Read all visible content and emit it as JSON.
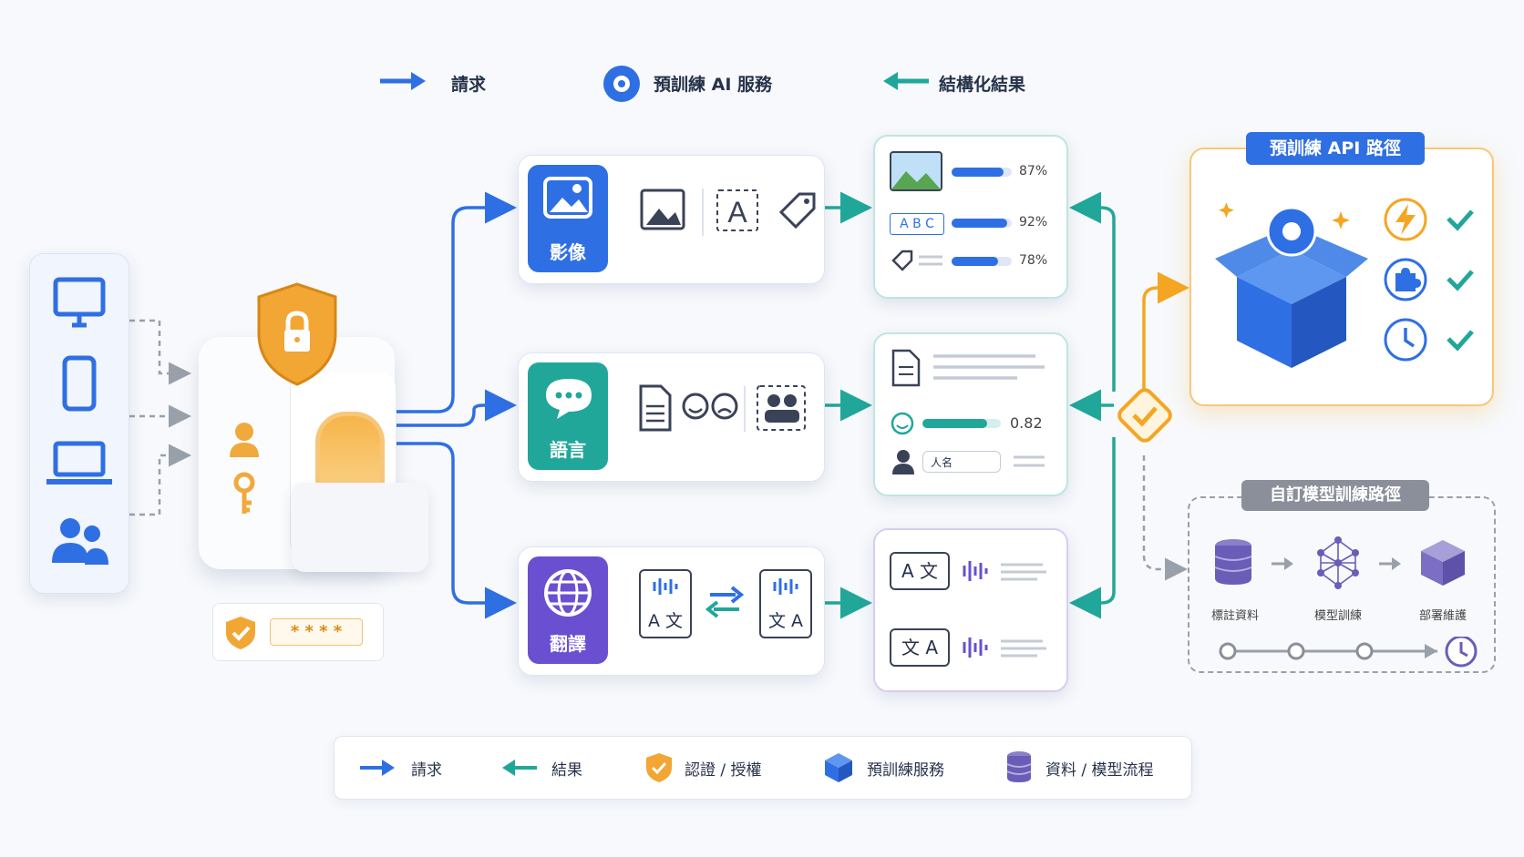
{
  "top_legend": {
    "request": "請求",
    "ai_service": "預訓練 AI 服務",
    "result": "結構化結果"
  },
  "services": {
    "image": {
      "label": "影像",
      "color": "#2f6fe4"
    },
    "language": {
      "label": "語言",
      "color": "#21a79a"
    },
    "translate": {
      "label": "翻譯",
      "color": "#6a4fd0"
    }
  },
  "image_results": [
    {
      "value": "87%",
      "fill": 0.87
    },
    {
      "value": "92%",
      "fill": 0.92
    },
    {
      "value": "78%",
      "fill": 0.78
    }
  ],
  "image_abc": "A B C",
  "language_results": {
    "sentiment": "0.82",
    "sentiment_fill": 0.82,
    "entity": "人名"
  },
  "translate_glyphs": {
    "src": "A 文",
    "dst": "文 A"
  },
  "gateway": {
    "password": "* * * *"
  },
  "pretrained_api": {
    "title": "預訓練 API 路徑"
  },
  "custom_model": {
    "title": "自訂模型訓練路徑",
    "steps": [
      "標註資料",
      "模型訓練",
      "部署維護"
    ]
  },
  "bottom_legend": [
    "請求",
    "結果",
    "認證 / 授權",
    "預訓練服務",
    "資料 / 模型流程"
  ],
  "colors": {
    "blue": "#2f6fe4",
    "teal": "#21a79a",
    "orange": "#f4a623",
    "purple": "#6a4fd0",
    "gray": "#8a8f99"
  }
}
